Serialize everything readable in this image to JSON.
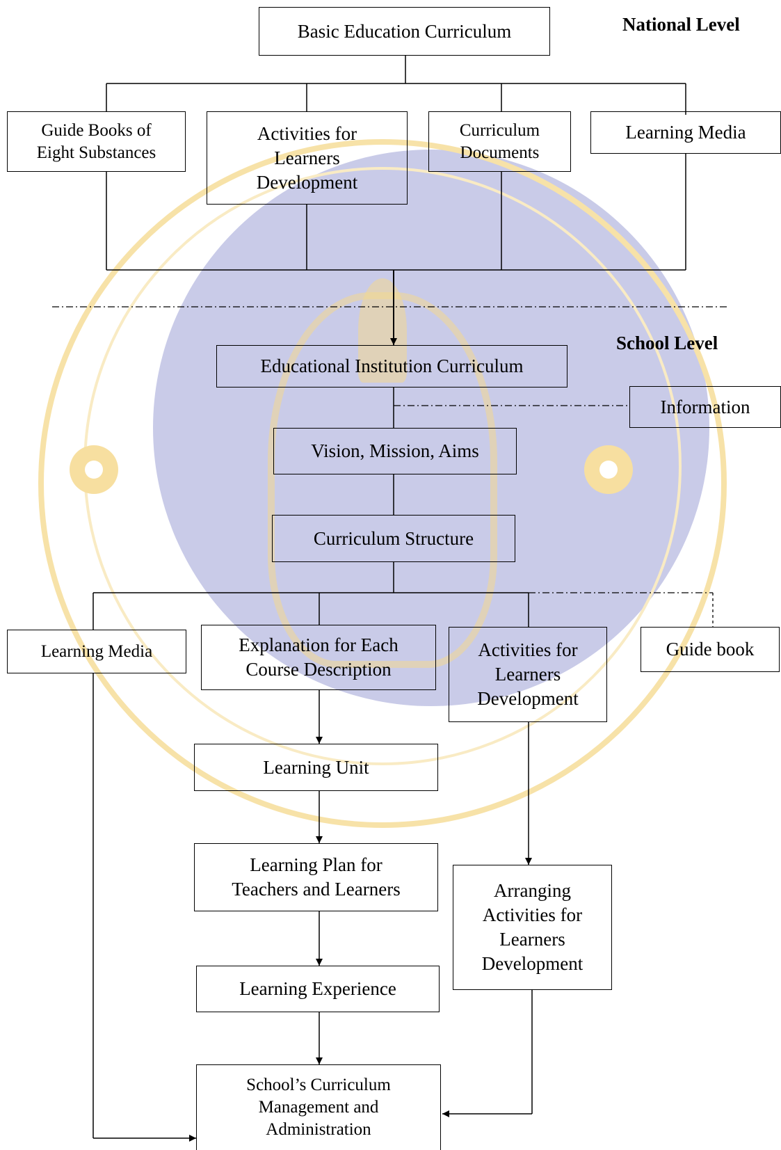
{
  "levels": {
    "national": "National Level",
    "school": "School Level"
  },
  "national": {
    "root": "Basic Education Curriculum",
    "guide_books": "Guide Books of\nEight Substances",
    "activities": "Activities for\nLearners\nDevelopment",
    "documents": "Curriculum\nDocuments",
    "media": "Learning Media"
  },
  "school": {
    "institution": "Educational Institution Curriculum",
    "information": "Information",
    "vision": "Vision, Mission, Aims",
    "structure": "Curriculum Structure",
    "learning_media": "Learning Media",
    "explanation": "Explanation for Each\nCourse Description",
    "activities": "Activities for\nLearners\nDevelopment",
    "guide_book": "Guide book",
    "learning_unit": "Learning Unit",
    "learning_plan": "Learning Plan for\nTeachers and Learners",
    "learning_experience": "Learning Experience",
    "arranging": "Arranging\nActivities for\nLearners\nDevelopment",
    "management": "School’s Curriculum\nManagement and\nAdministration"
  },
  "colors": {
    "line": "#000000",
    "watermark_blue": "#c9cbe8",
    "watermark_gold": "#f7e2a8"
  }
}
